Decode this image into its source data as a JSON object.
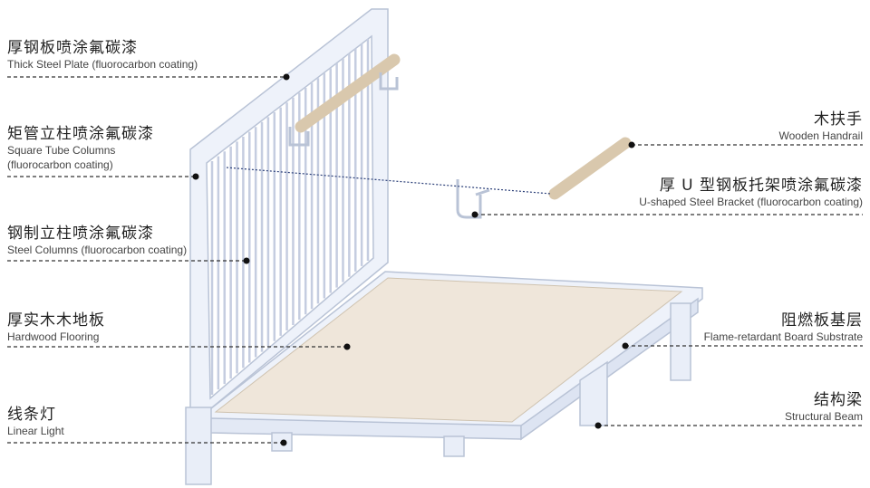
{
  "left_labels": [
    {
      "zh": "厚钢板喷涂氟碳漆",
      "en": "Thick Steel Plate (fluorocarbon coating)"
    },
    {
      "zh": "矩管立柱喷涂氟碳漆",
      "en": "Square Tube Columns",
      "en2": "(fluorocarbon coating)"
    },
    {
      "zh": "钢制立柱喷涂氟碳漆",
      "en": "Steel Columns (fluorocarbon coating)"
    },
    {
      "zh": "厚实木木地板",
      "en": "Hardwood Flooring"
    },
    {
      "zh": "线条灯",
      "en": "Linear Light"
    }
  ],
  "right_labels": [
    {
      "zh": "木扶手",
      "en": "Wooden Handrail"
    },
    {
      "zh": "厚 U 型钢板托架喷涂氟碳漆",
      "en": "U-shaped Steel Bracket (fluorocarbon coating)"
    },
    {
      "zh": "阻燃板基层",
      "en": "Flame-retardant Board Substrate"
    },
    {
      "zh": "结构梁",
      "en": "Structural Beam"
    }
  ],
  "colors": {
    "steel": "#e9eef8",
    "steel_edge": "#b9c3d6",
    "wood": "#efe6da",
    "handrail": "#d9c8ad",
    "leader": "#333333"
  }
}
